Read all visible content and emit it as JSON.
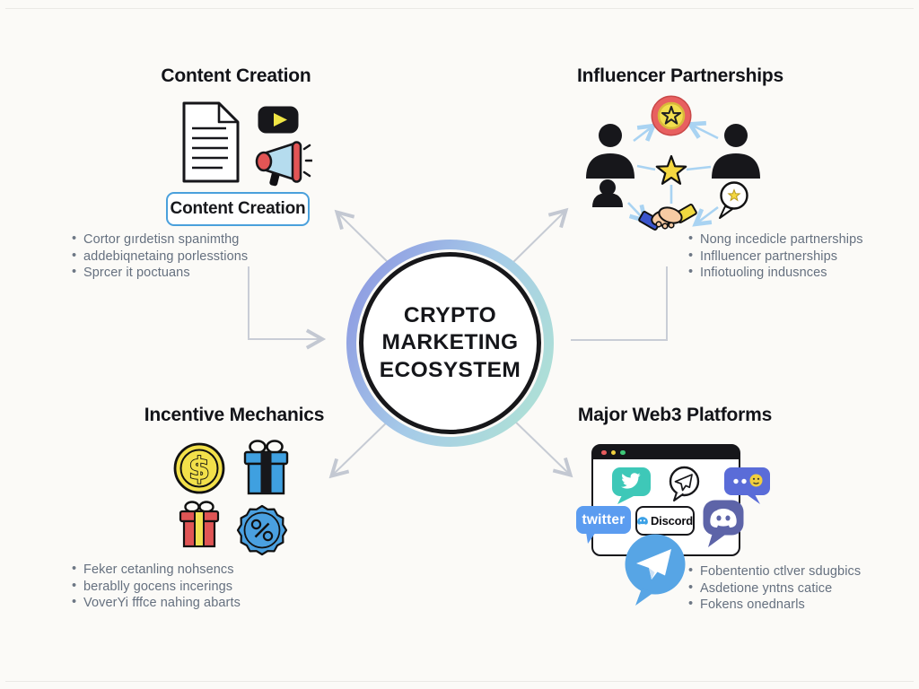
{
  "center": {
    "line1": "CRYPTO",
    "line2": "MARKETING",
    "line3": "ECOSYSTEM"
  },
  "quadrants": {
    "content_creation": {
      "title": "Content Creation",
      "badge_label": "Content Creation",
      "bullets": [
        "Cortor gırdetisn spanimthg",
        "addebiqnetaing porlesstions",
        "Sprcer it poctuans"
      ]
    },
    "influencer_partnerships": {
      "title": "Influencer Partnerships",
      "bullets": [
        "Nong incedicle partnerships",
        "Inflluencer partnerships",
        "Infiotuoling indusnces"
      ]
    },
    "incentive_mechanics": {
      "title": "Incentive Mechanics",
      "bullets": [
        "Feker cetanling nohsencs",
        "berablly gocens incerings",
        "VoverYi fffce nahing abarts"
      ]
    },
    "web3_platforms": {
      "title": "Major Web3 Platforms",
      "bullets": [
        "Fobententio ctlver sdugbics",
        "Asdetione yntns catice",
        "Fokens onednarls"
      ],
      "twitter_label": "twitter",
      "discord_label": "Discord"
    }
  },
  "icons": {
    "content_creation": [
      "document-icon",
      "youtube-play-icon",
      "megaphone-icon"
    ],
    "influencer_partnerships": [
      "medal-star-icon",
      "person-icon",
      "star-icon",
      "handshake-icon",
      "speech-bubble-star-icon"
    ],
    "incentive_mechanics": [
      "dollar-coin-icon",
      "gift-blue-icon",
      "gift-red-icon",
      "discount-badge-icon"
    ],
    "web3_platforms": [
      "browser-window",
      "twitter-bird-icon",
      "telegram-outline-icon",
      "chat-dots-icon",
      "twitter-label-bubble",
      "discord-pill",
      "discord-mascot-icon",
      "telegram-icon"
    ]
  },
  "colors": {
    "background": "#fbfaf7",
    "ring_gradient_left": "#8f9de2",
    "ring_gradient_right": "#aee0d6",
    "badge_border_blue": "#4aa0dc",
    "bullet_text_gray": "#65707f",
    "connector_gray": "#c6cbd4",
    "network_link_blue": "#a9d3f2",
    "twitter_teal": "#3ec8b8",
    "twitter_blue": "#5b9cf0",
    "discord_indigo": "#5d64a8",
    "chat_indigo": "#5a6cd8",
    "telegram_blue": "#57a5e5",
    "coin_yellow": "#f2e04a",
    "gift_blue": "#3fa0e0",
    "gift_red": "#e05555",
    "ribbon_yellow": "#f0e050",
    "discount_badge_blue": "#4aa0e0",
    "medal_red": "#e86060",
    "star_yellow": "#f5d840",
    "megaphone_blue": "#b5dcee",
    "megaphone_red": "#e25555",
    "youtube_black": "#17171b",
    "play_yellow": "#f0e545"
  }
}
